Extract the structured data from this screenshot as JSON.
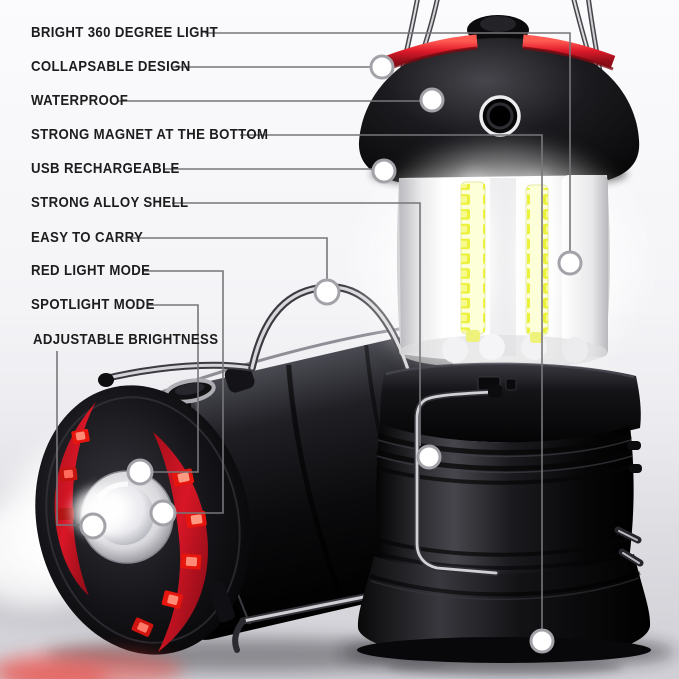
{
  "callouts": [
    {
      "label": "BRIGHT 360 DEGREE LIGHT"
    },
    {
      "label": "COLLAPSABLE DESIGN"
    },
    {
      "label": "WATERPROOF"
    },
    {
      "label": "STRONG MAGNET AT THE BOTTOM"
    },
    {
      "label": "USB RECHARGEABLE"
    },
    {
      "label": "STRONG ALLOY SHELL"
    },
    {
      "label": "EASY TO CARRY"
    },
    {
      "label": "RED LIGHT MODE"
    },
    {
      "label": "SPOTLIGHT MODE"
    },
    {
      "label": "ADJUSTABLE BRIGHTNESS"
    }
  ],
  "colors": {
    "label_text": "#1d1d1d",
    "leader_line": "#77777b",
    "dot_ring": "#a2a2a8",
    "accent_red": "#e01b2b",
    "led_yellow": "#edf13e"
  }
}
